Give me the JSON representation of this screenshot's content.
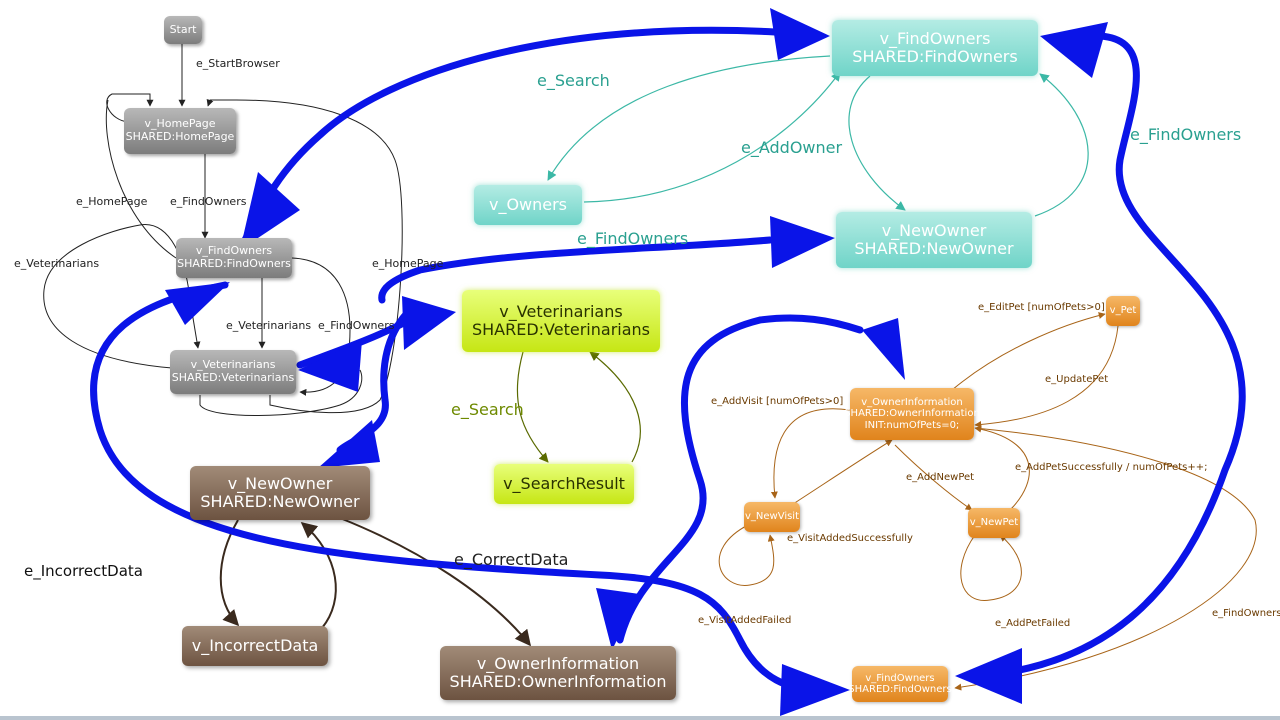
{
  "nodes": {
    "start": "Start",
    "home": [
      "v_HomePage",
      "SHARED:HomePage"
    ],
    "find_gray": [
      "v_FindOwners",
      "SHARED:FindOwners"
    ],
    "vets_gray": [
      "v_Veterinarians",
      "SHARED:Veterinarians"
    ],
    "find_cyan": [
      "v_FindOwners",
      "SHARED:FindOwners"
    ],
    "owners_cyan": "v_Owners",
    "newowner_cyan": [
      "v_NewOwner",
      "SHARED:NewOwner"
    ],
    "vets_lime": [
      "v_Veterinarians",
      "SHARED:Veterinarians"
    ],
    "search_result": "v_SearchResult",
    "newowner_brown": [
      "v_NewOwner",
      "SHARED:NewOwner"
    ],
    "incorrect": "v_IncorrectData",
    "ownerinfo_brown": [
      "v_OwnerInformation",
      "SHARED:OwnerInformation"
    ],
    "ownerinfo_orange": [
      "v_OwnerInformation",
      "SHARED:OwnerInformation",
      "INIT:numOfPets=0;"
    ],
    "pet": "v_Pet",
    "newvisit": "v_NewVisit",
    "newpet": "v_NewPet",
    "find_orange": [
      "v_FindOwners",
      "SHARED:FindOwners"
    ]
  },
  "edges": {
    "start_browser": "e_StartBrowser",
    "homepage_left": "e_HomePage",
    "find_owners_gray": "e_FindOwners",
    "veterinarians_left": "e_Veterinarians",
    "veterinarians_mid": "e_Veterinarians",
    "find_owners_gray2": "e_FindOwners",
    "homepage_right": "e_HomePage",
    "search_cyan": "e_Search",
    "add_owner": "e_AddOwner",
    "find_owners_top": "e_FindOwners",
    "find_owners_right": "e_FindOwners",
    "search_lime": "e_Search",
    "correct_data": "e_CorrectData",
    "incorrect_data": "e_IncorrectData",
    "edit_pet": "e_EditPet [numOfPets>0]",
    "update_pet": "e_UpdatePet",
    "add_visit": "e_AddVisit [numOfPets>0]",
    "add_new_pet": "e_AddNewPet",
    "add_pet_success": "e_AddPetSuccessfully / numOfPets++;",
    "visit_added": "e_VisitAddedSuccessfully",
    "visit_failed": "e_VisitAddedFailed",
    "add_pet_failed": "e_AddPetFailed",
    "find_owners_orange": "e_FindOwners"
  },
  "colors": {
    "blue": "#0a14e8",
    "gray_edge": "#222222",
    "cyan_edge": "#3cb8a6",
    "lime_edge": "#5a6a00",
    "brown_edge": "#3a2a1e",
    "orange_edge": "#a86418"
  }
}
